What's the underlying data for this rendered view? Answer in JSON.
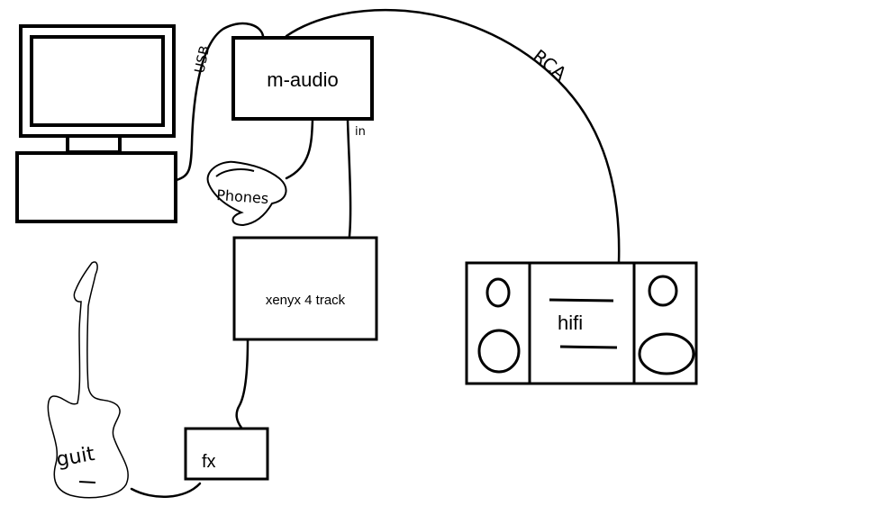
{
  "devices": {
    "maudio": "m-audio",
    "xenyx": "xenyx 4 track",
    "fx": "fx",
    "hifi": "hifi"
  },
  "handwritten": {
    "usb": "USB",
    "rca": "RCA",
    "in": "in",
    "phones": "Phones",
    "guit": "guit"
  },
  "colors": {
    "ink": "#000000",
    "background": "#ffffff"
  }
}
